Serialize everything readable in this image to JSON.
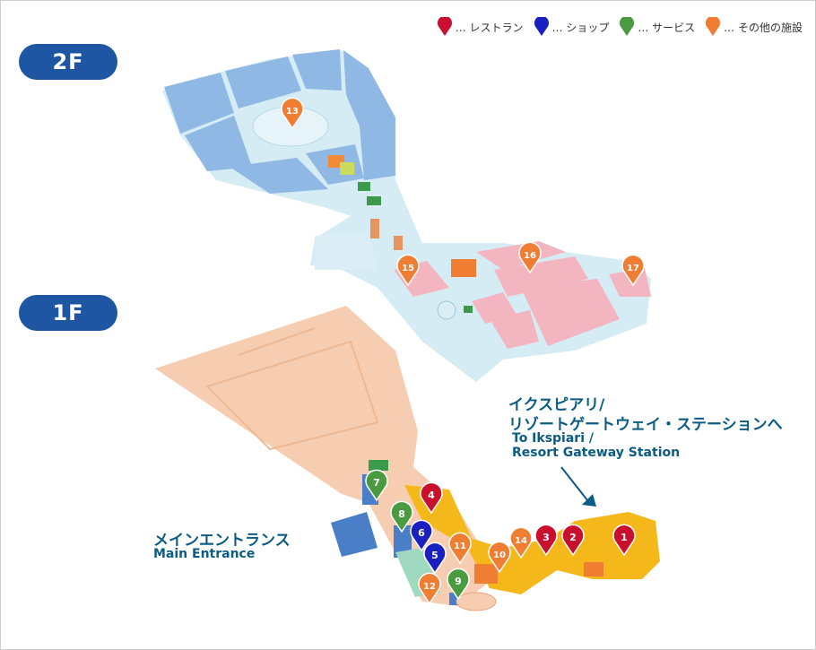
{
  "floors": {
    "upper": "2F",
    "lower": "1F"
  },
  "legend": [
    {
      "label": "… レストラン",
      "color": "#c8102e"
    },
    {
      "label": "… ショップ",
      "color": "#1a1fbf"
    },
    {
      "label": "… サービス",
      "color": "#4a9a3f"
    },
    {
      "label": "… その他の施設",
      "color": "#ef7d32"
    }
  ],
  "labels": {
    "ikspiari_jp_line1": "イクスピアリ/",
    "ikspiari_jp_line2": "リゾートゲートウェイ・ステーションへ",
    "ikspiari_en_line1": "To Ikspiari /",
    "ikspiari_en_line2": "Resort Gateway Station",
    "entrance_jp": "メインエントランス",
    "entrance_en": "Main Entrance"
  },
  "pins": [
    {
      "num": "1",
      "category": "restaurant",
      "floor": "1F"
    },
    {
      "num": "2",
      "category": "restaurant",
      "floor": "1F"
    },
    {
      "num": "3",
      "category": "restaurant",
      "floor": "1F"
    },
    {
      "num": "4",
      "category": "restaurant",
      "floor": "1F"
    },
    {
      "num": "5",
      "category": "shop",
      "floor": "1F"
    },
    {
      "num": "6",
      "category": "shop",
      "floor": "1F"
    },
    {
      "num": "7",
      "category": "service",
      "floor": "1F"
    },
    {
      "num": "8",
      "category": "service",
      "floor": "1F"
    },
    {
      "num": "9",
      "category": "service",
      "floor": "1F"
    },
    {
      "num": "10",
      "category": "other",
      "floor": "1F"
    },
    {
      "num": "11",
      "category": "other",
      "floor": "1F"
    },
    {
      "num": "12",
      "category": "other",
      "floor": "1F"
    },
    {
      "num": "13",
      "category": "other",
      "floor": "2F"
    },
    {
      "num": "14",
      "category": "other",
      "floor": "1F"
    },
    {
      "num": "15",
      "category": "other",
      "floor": "2F"
    },
    {
      "num": "16",
      "category": "other",
      "floor": "2F"
    },
    {
      "num": "17",
      "category": "other",
      "floor": "2F"
    }
  ],
  "colors": {
    "restaurant": "#c8102e",
    "shop": "#1a1fbf",
    "service": "#4a9a3f",
    "other": "#ef7d32",
    "floor_badge": "#1f56a3",
    "label_text": "#0b5c84"
  }
}
